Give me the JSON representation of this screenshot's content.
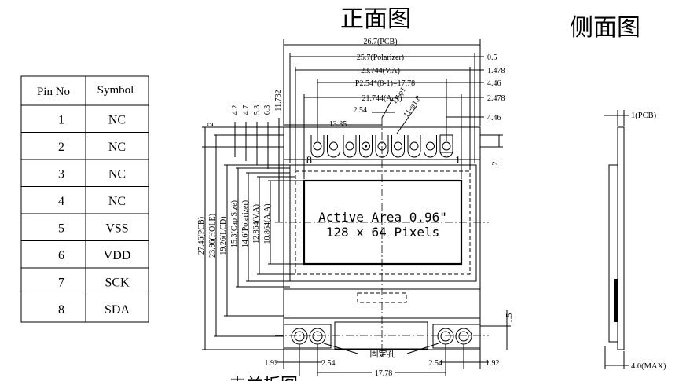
{
  "titles": {
    "front_view": "正面图",
    "side_view": "侧面图",
    "bottom_partial": "去兰板图"
  },
  "pin_table": {
    "headers": [
      "Pin No",
      "Symbol"
    ],
    "rows": [
      {
        "pin": "1",
        "symbol": "NC"
      },
      {
        "pin": "2",
        "symbol": "NC"
      },
      {
        "pin": "3",
        "symbol": "NC"
      },
      {
        "pin": "4",
        "symbol": "NC"
      },
      {
        "pin": "5",
        "symbol": "VSS"
      },
      {
        "pin": "6",
        "symbol": "VDD"
      },
      {
        "pin": "7",
        "symbol": "SCK"
      },
      {
        "pin": "8",
        "symbol": "SDA"
      }
    ]
  },
  "active_area": {
    "line1": "Active Area 0.96\"",
    "line2": "128 x 64 Pixels"
  },
  "pin_markers": {
    "left": "8",
    "right": "1"
  },
  "mount_hole_label": "固定孔",
  "dims_top": {
    "pcb_width": "26.7(PCB)",
    "polarizer_width": "25.7(Polarizer)",
    "va_width": "23.744(V.A)",
    "pitch": "P2.54*(8-1)=17.78",
    "aa_width": "21.744(A.A)",
    "pin_spacing": "2.54",
    "hole_small": "11-φ1",
    "hole_large": "11-φ1.8",
    "left_offset": "13.35",
    "r_05": "0.5",
    "r_1478": "1.478",
    "r_446a": "4.46",
    "r_2478": "2.478",
    "r_446b": "4.46"
  },
  "dims_left_vertical": {
    "v2": "2",
    "v42": "4.2",
    "v47": "4.7",
    "v53": "5.3",
    "v63": "6.3",
    "v11732": "11.732",
    "pcb_height": "27.46(PCB)",
    "hole_height": "23.96(HOLE)",
    "lcd_height": "19.26(LCD)",
    "cap_size": "15.3(Cap Size)",
    "polarizer_height": "14.6(Polarizer)",
    "va_height": "12.864(V.A)",
    "aa_height": "10.864(A.A)"
  },
  "dims_right_vertical": {
    "v2": "2",
    "v15": "1.5"
  },
  "dims_bottom": {
    "b192l": "1.92",
    "b254l": "2.54",
    "b254r": "2.54",
    "b192r": "1.92",
    "b1778": "17.78"
  },
  "side_dims": {
    "pcb_thickness": "1(PCB)",
    "max_thickness": "4.0(MAX)"
  }
}
